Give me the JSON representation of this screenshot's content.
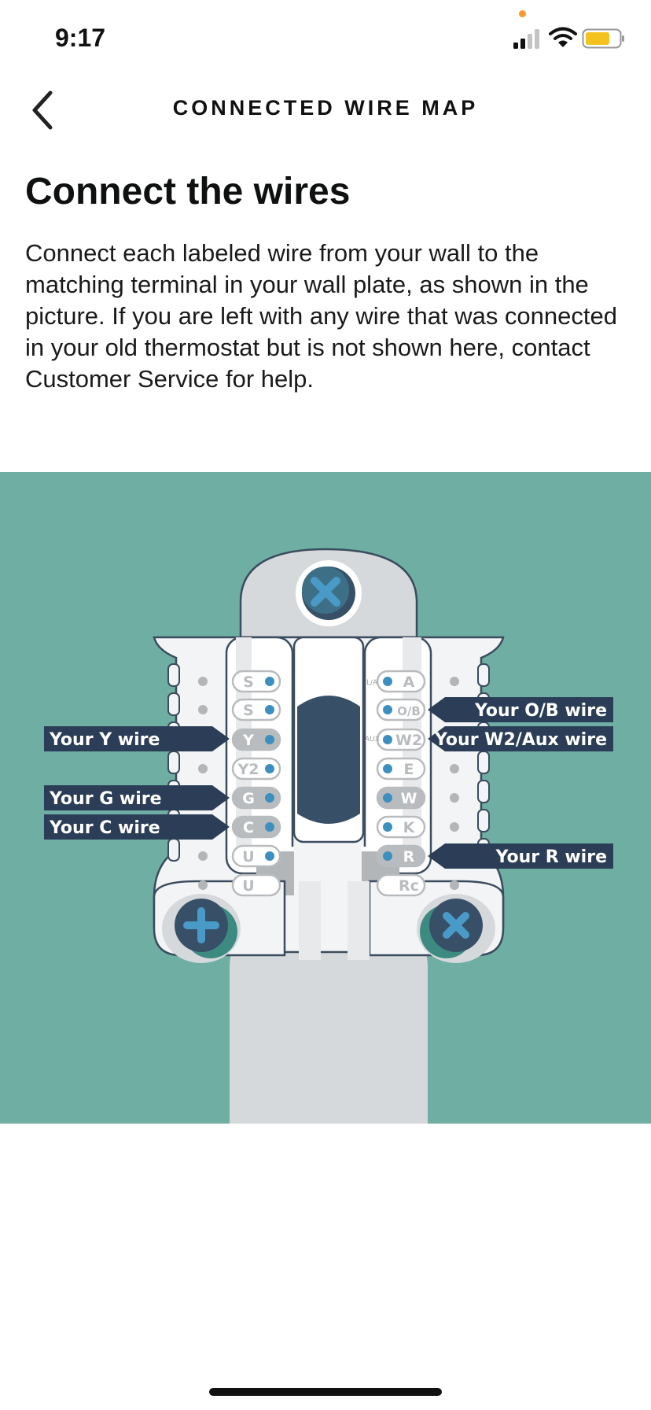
{
  "status_bar": {
    "time": "9:17"
  },
  "nav": {
    "title": "CONNECTED WIRE MAP"
  },
  "content": {
    "heading": "Connect the wires",
    "body": "Connect each labeled wire from your wall to the matching terminal in your wall plate, as shown in the picture. If you are left with any wire that was connected in your old thermostat but is not shown here, contact Customer Service for help."
  },
  "diagram": {
    "left_terminals": [
      "S",
      "S",
      "Y",
      "Y2",
      "G",
      "C",
      "U",
      "U"
    ],
    "right_terminals": [
      "A",
      "O/B",
      "W2",
      "E",
      "W",
      "K",
      "R",
      "Rc"
    ],
    "right_small_labels": [
      "L/A",
      "AUX"
    ],
    "wire_labels": {
      "y": "Your Y wire",
      "g": "Your G wire",
      "c": "Your C wire",
      "ob": "Your O/B wire",
      "w2": "Your W2/Aux wire",
      "r": "Your R wire"
    },
    "colors": {
      "background": "#6faea3",
      "label_fill": "#2c3e57",
      "terminal_dot": "#3d8fbf",
      "active_terminal": "#b9bcbe"
    }
  }
}
